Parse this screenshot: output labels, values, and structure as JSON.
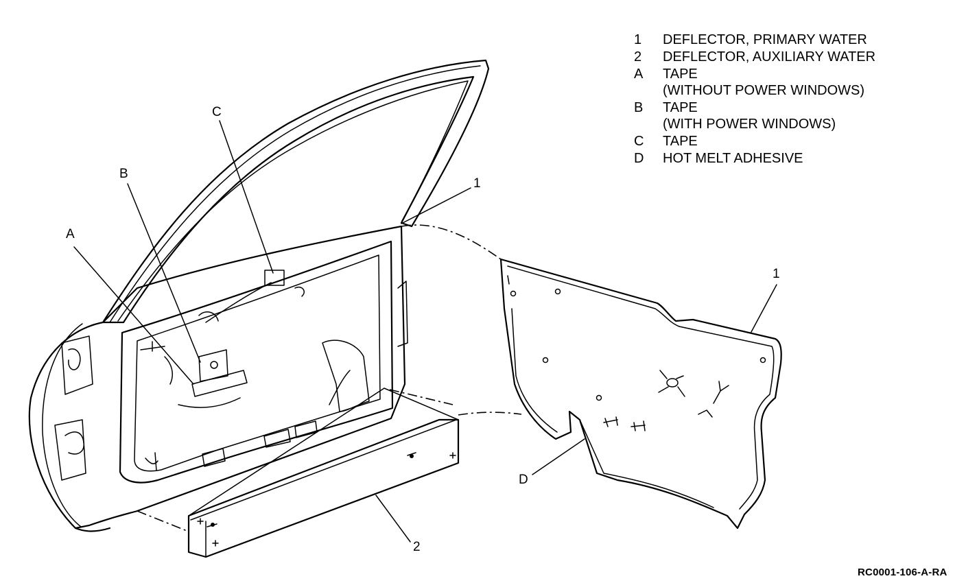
{
  "legend": [
    {
      "key": "1",
      "text": "DEFLECTOR, PRIMARY WATER"
    },
    {
      "key": "2",
      "text": "DEFLECTOR, AUXILIARY WATER"
    },
    {
      "key": "A",
      "text": "TAPE\n(WITHOUT POWER WINDOWS)"
    },
    {
      "key": "B",
      "text": "TAPE\n(WITH POWER WINDOWS)"
    },
    {
      "key": "C",
      "text": "TAPE"
    },
    {
      "key": "D",
      "text": "HOT MELT ADHESIVE"
    }
  ],
  "callouts": {
    "a": "A",
    "b": "B",
    "c": "C",
    "d": "D",
    "one_door": "1",
    "one_panel": "1",
    "two": "2"
  },
  "figure_id": "RC0001-106-A-RA"
}
